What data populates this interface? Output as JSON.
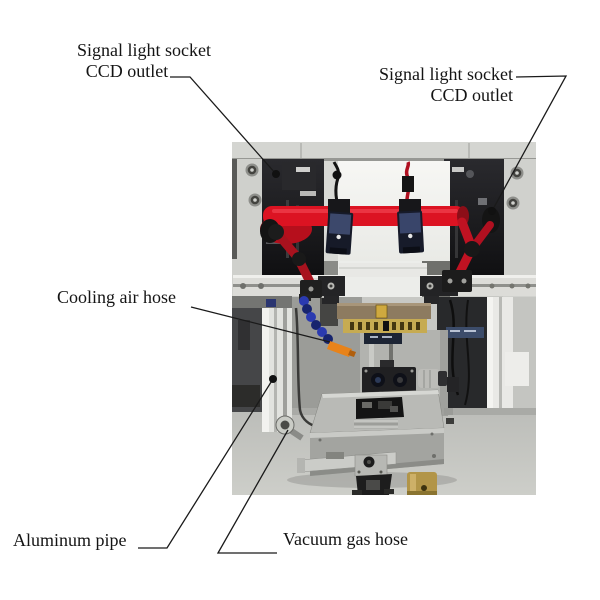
{
  "figure": {
    "type": "annotated-machine-photo",
    "labels": {
      "top_left": {
        "line1": "Signal light socket",
        "line2": "CCD outlet"
      },
      "top_right": {
        "line1": "Signal light socket",
        "line2": "CCD outlet"
      },
      "cooling": "Cooling air hose",
      "aluminum": "Aluminum pipe",
      "vacuum": "Vacuum gas hose"
    },
    "colors": {
      "page_background": "#ffffff",
      "leader_line": "#1a1a1a",
      "text": "#141414",
      "photo_frame_gray": "#cfd0cc",
      "panel_black": "#1b1b1d",
      "red_support_bar": "#dc1322",
      "arm_dark_red": "#a8121e",
      "camera_navy": "#171b2a",
      "hose_blue": "#2a3ab0",
      "nozzle_orange": "#e8831a",
      "brass": "#b29548",
      "stage_aluminum": "#b9bab6"
    }
  }
}
